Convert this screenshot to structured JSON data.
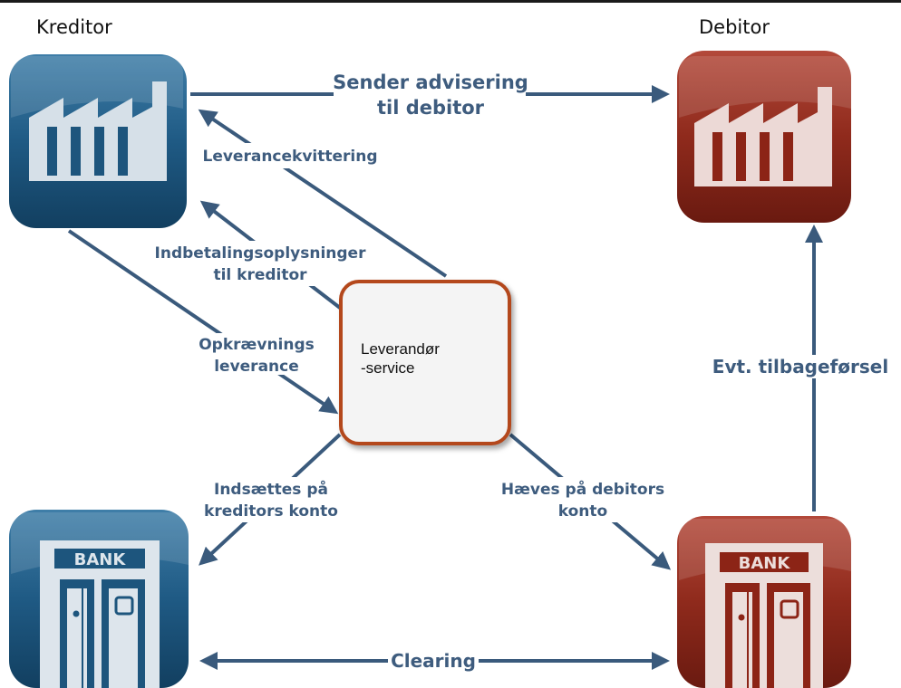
{
  "titles": {
    "kreditor": "Kreditor",
    "debitor": "Debitor"
  },
  "center": {
    "line1": "Leverandør",
    "line2": "-service"
  },
  "labels": {
    "sender_1": "Sender advisering",
    "sender_2": "til debitor",
    "leverancekvittering": "Leverancekvittering",
    "indbetaling_1": "Indbetalingsoplysninger",
    "indbetaling_2": "til kreditor",
    "opkraevnings_1": "Opkrævnings",
    "opkraevnings_2": "leverance",
    "tilbageforsel": "Evt. tilbageførsel",
    "indsaettes_1": "Indsættes på",
    "indsaettes_2": "kreditors konto",
    "haeves_1": "Hæves på debitors",
    "haeves_2": "konto",
    "clearing": "Clearing"
  },
  "bank_sign": "BANK",
  "colors": {
    "blue": "#1d557d",
    "red": "#8c2416",
    "arrow": "#3a5a7c",
    "accent": "#b4481c"
  }
}
